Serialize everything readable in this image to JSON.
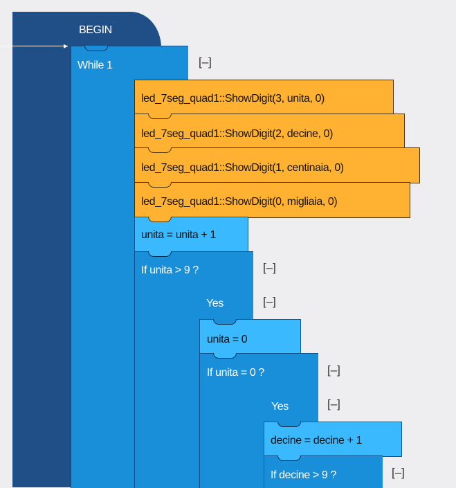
{
  "program": {
    "begin_label": "BEGIN",
    "toggle_symbol": "[–]",
    "while_label": "While 1",
    "calls": [
      "led_7seg_quad1::ShowDigit(3, unita, 0)",
      "led_7seg_quad1::ShowDigit(2, decine, 0)",
      "led_7seg_quad1::ShowDigit(1, centinaia, 0)",
      "led_7seg_quad1::ShowDigit(0, migliaia, 0)"
    ],
    "assign_unita_inc": "unita = unita + 1",
    "if_unita_gt9": "If  unita > 9 ?",
    "yes_label": "Yes",
    "assign_unita_zero": "unita = 0",
    "if_unita_eq0": "If  unita = 0 ?",
    "assign_decine_inc": "decine = decine + 1",
    "if_decine_gt9": "If  decine > 9 ?"
  },
  "colors": {
    "begin_block": "#1f4f86",
    "loop_block": "#1a8fd9",
    "statement_block": "#3bb9ff",
    "call_block": "#ffb232",
    "background": "#eeeef0"
  }
}
